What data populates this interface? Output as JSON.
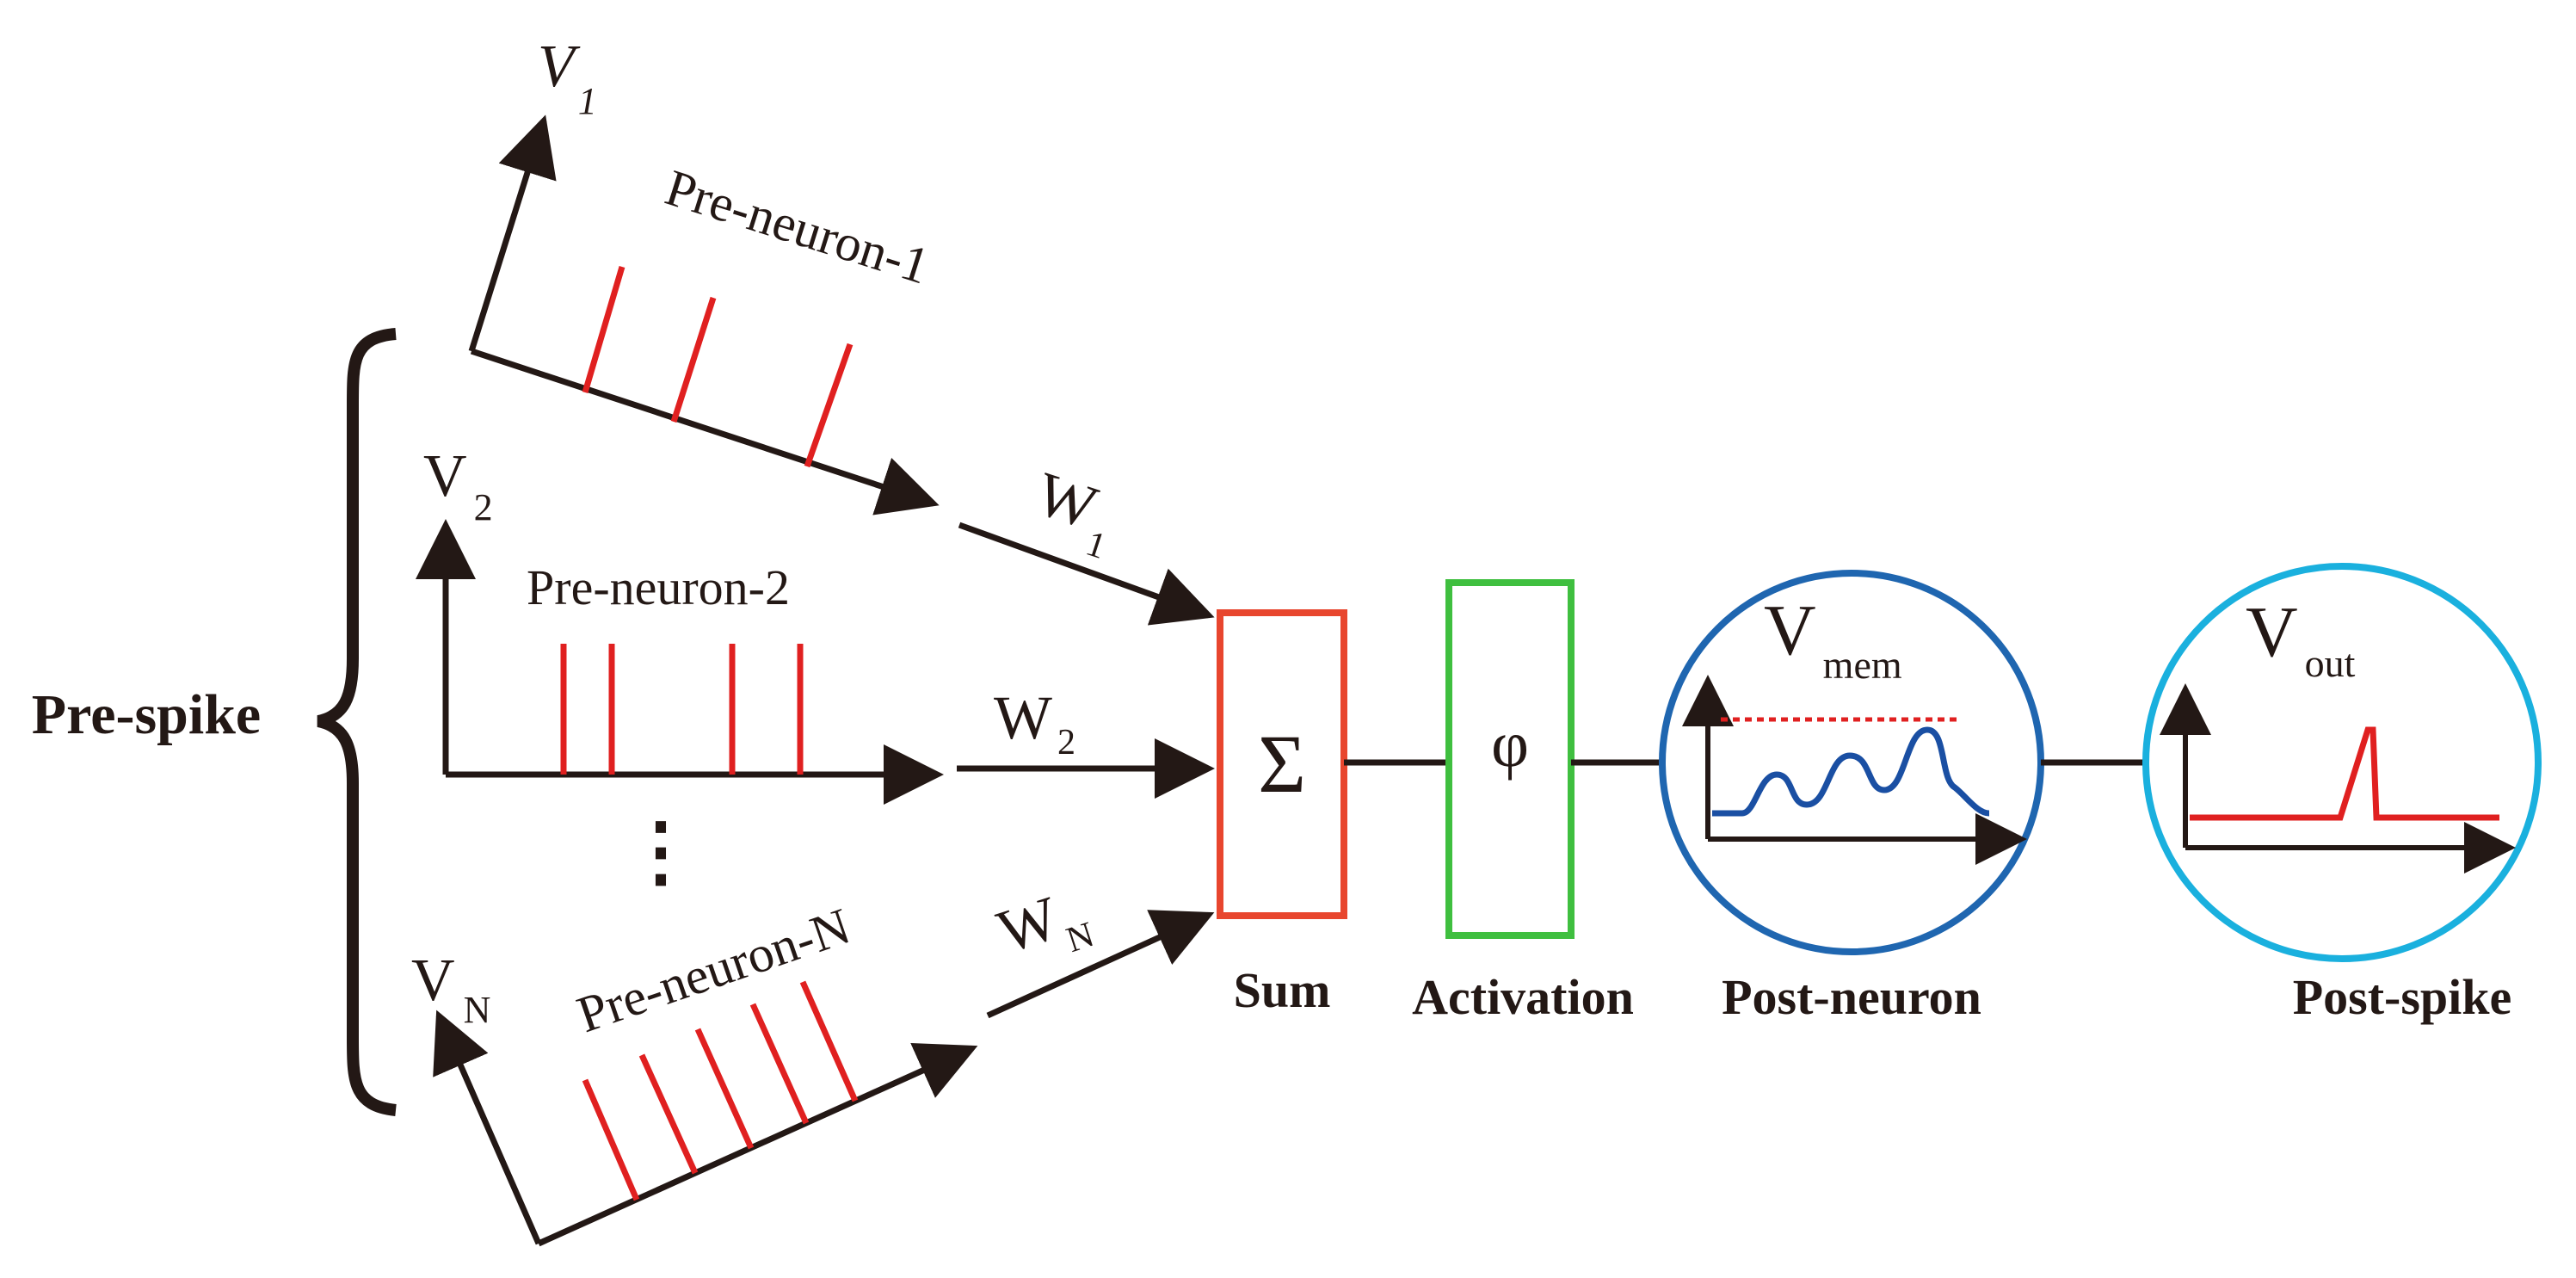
{
  "colors": {
    "ink": "#231815",
    "spike": "#e02020",
    "sum_box": "#e8462e",
    "activation_box": "#3fbf3f",
    "post_neuron_circle": "#1f66b0",
    "post_spike_circle": "#1ab0de",
    "membrane_wave": "#1a4fa3",
    "threshold": "#e02020"
  },
  "group_label": "Pre-spike",
  "pre_neurons": [
    {
      "axis_label": "V",
      "axis_sub": "1",
      "name": "Pre-neuron-1",
      "weight": "W",
      "weight_sub": "1"
    },
    {
      "axis_label": "V",
      "axis_sub": "2",
      "name": "Pre-neuron-2",
      "weight": "W",
      "weight_sub": "2"
    },
    {
      "axis_label": "V",
      "axis_sub": "N",
      "name": "Pre-neuron-N",
      "weight": "W",
      "weight_sub": "N"
    }
  ],
  "ellipsis": "⋮",
  "stages": {
    "sum": {
      "symbol": "Σ",
      "label": "Sum"
    },
    "activation": {
      "symbol": "φ",
      "label": "Activation"
    },
    "post_neuron": {
      "signal": "V",
      "signal_sub": "mem",
      "label": "Post-neuron"
    },
    "post_spike": {
      "signal": "V",
      "signal_sub": "out",
      "label": "Post-spike"
    }
  }
}
